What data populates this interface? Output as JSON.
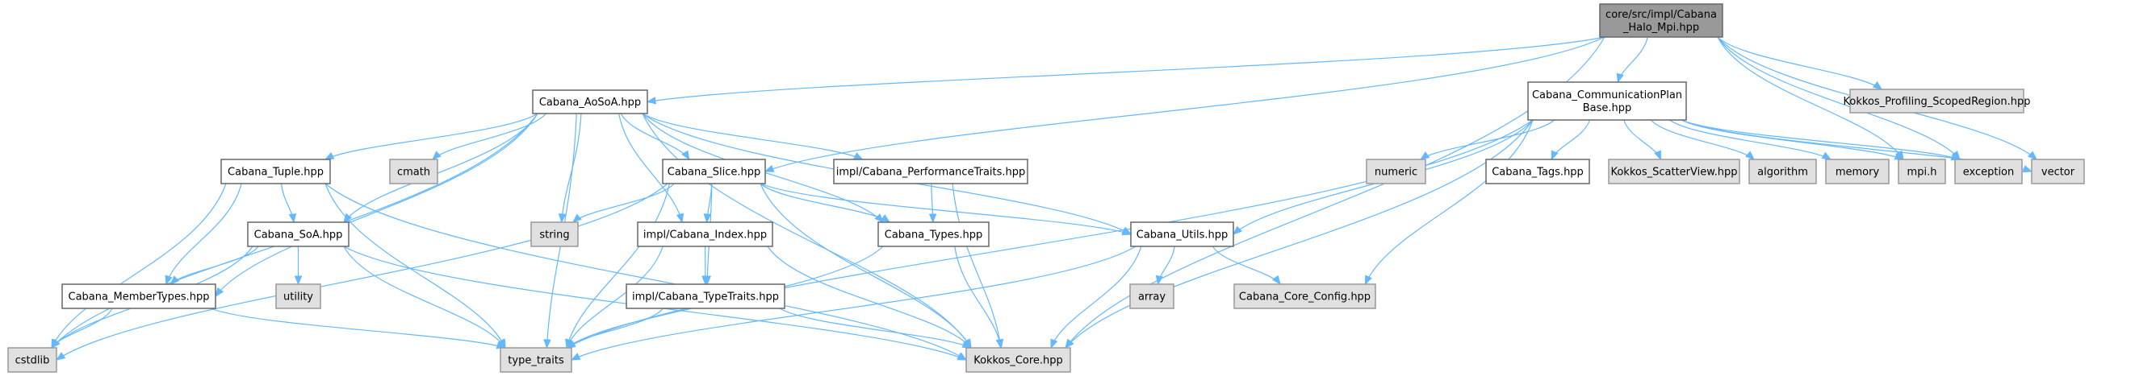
{
  "diagram": {
    "title": "core/src/impl/Cabana_Halo_Mpi.hpp include dependency graph",
    "colors": {
      "edge": "#63b8ff",
      "root_fill": "#999999",
      "internal_fill": "#ffffff",
      "external_fill": "#e0e0e0",
      "border": "#666666"
    },
    "nodes": [
      {
        "id": "halo",
        "label": [
          "core/src/impl/Cabana",
          "_Halo_Mpi.hpp"
        ],
        "kind": "root"
      },
      {
        "id": "aosoa",
        "label": [
          "Cabana_AoSoA.hpp"
        ],
        "kind": "internal"
      },
      {
        "id": "commplan",
        "label": [
          "Cabana_CommunicationPlan",
          "Base.hpp"
        ],
        "kind": "internal"
      },
      {
        "id": "scopedregion",
        "label": [
          "Kokkos_Profiling_ScopedRegion.hpp"
        ],
        "kind": "external"
      },
      {
        "id": "tuple",
        "label": [
          "Cabana_Tuple.hpp"
        ],
        "kind": "internal"
      },
      {
        "id": "cmath",
        "label": [
          "cmath"
        ],
        "kind": "external"
      },
      {
        "id": "slice",
        "label": [
          "Cabana_Slice.hpp"
        ],
        "kind": "internal"
      },
      {
        "id": "perftraits",
        "label": [
          "impl/Cabana_PerformanceTraits.hpp"
        ],
        "kind": "internal"
      },
      {
        "id": "numeric",
        "label": [
          "numeric"
        ],
        "kind": "external"
      },
      {
        "id": "tags",
        "label": [
          "Cabana_Tags.hpp"
        ],
        "kind": "internal"
      },
      {
        "id": "scatterview",
        "label": [
          "Kokkos_ScatterView.hpp"
        ],
        "kind": "external"
      },
      {
        "id": "algorithm",
        "label": [
          "algorithm"
        ],
        "kind": "external"
      },
      {
        "id": "memory",
        "label": [
          "memory"
        ],
        "kind": "external"
      },
      {
        "id": "mpi",
        "label": [
          "mpi.h"
        ],
        "kind": "external"
      },
      {
        "id": "exception",
        "label": [
          "exception"
        ],
        "kind": "external"
      },
      {
        "id": "vector",
        "label": [
          "vector"
        ],
        "kind": "external"
      },
      {
        "id": "soa",
        "label": [
          "Cabana_SoA.hpp"
        ],
        "kind": "internal"
      },
      {
        "id": "string",
        "label": [
          "string"
        ],
        "kind": "external"
      },
      {
        "id": "index",
        "label": [
          "impl/Cabana_Index.hpp"
        ],
        "kind": "internal"
      },
      {
        "id": "types",
        "label": [
          "Cabana_Types.hpp"
        ],
        "kind": "internal"
      },
      {
        "id": "utils",
        "label": [
          "Cabana_Utils.hpp"
        ],
        "kind": "internal"
      },
      {
        "id": "membertypes",
        "label": [
          "Cabana_MemberTypes.hpp"
        ],
        "kind": "internal"
      },
      {
        "id": "utility",
        "label": [
          "utility"
        ],
        "kind": "external"
      },
      {
        "id": "typetraitsimpl",
        "label": [
          "impl/Cabana_TypeTraits.hpp"
        ],
        "kind": "internal"
      },
      {
        "id": "array",
        "label": [
          "array"
        ],
        "kind": "external"
      },
      {
        "id": "coreconfig",
        "label": [
          "Cabana_Core_Config.hpp"
        ],
        "kind": "external"
      },
      {
        "id": "cstdlib",
        "label": [
          "cstdlib"
        ],
        "kind": "external"
      },
      {
        "id": "type_traits",
        "label": [
          "type_traits"
        ],
        "kind": "external"
      },
      {
        "id": "kokkoscore",
        "label": [
          "Kokkos_Core.hpp"
        ],
        "kind": "external"
      }
    ],
    "edges": [
      [
        "halo",
        "aosoa"
      ],
      [
        "halo",
        "commplan"
      ],
      [
        "halo",
        "slice"
      ],
      [
        "halo",
        "kokkoscore"
      ],
      [
        "halo",
        "scopedregion"
      ],
      [
        "halo",
        "mpi"
      ],
      [
        "halo",
        "exception"
      ],
      [
        "halo",
        "vector"
      ],
      [
        "aosoa",
        "tuple"
      ],
      [
        "aosoa",
        "cmath"
      ],
      [
        "aosoa",
        "slice"
      ],
      [
        "aosoa",
        "perftraits"
      ],
      [
        "aosoa",
        "soa"
      ],
      [
        "aosoa",
        "string"
      ],
      [
        "aosoa",
        "index"
      ],
      [
        "aosoa",
        "types"
      ],
      [
        "aosoa",
        "utils"
      ],
      [
        "aosoa",
        "membertypes"
      ],
      [
        "aosoa",
        "cstdlib"
      ],
      [
        "aosoa",
        "type_traits"
      ],
      [
        "aosoa",
        "kokkoscore"
      ],
      [
        "commplan",
        "numeric"
      ],
      [
        "commplan",
        "tags"
      ],
      [
        "commplan",
        "scatterview"
      ],
      [
        "commplan",
        "algorithm"
      ],
      [
        "commplan",
        "memory"
      ],
      [
        "commplan",
        "mpi"
      ],
      [
        "commplan",
        "exception"
      ],
      [
        "commplan",
        "vector"
      ],
      [
        "commplan",
        "utils"
      ],
      [
        "commplan",
        "coreconfig"
      ],
      [
        "commplan",
        "type_traits"
      ],
      [
        "commplan",
        "kokkoscore"
      ],
      [
        "tuple",
        "soa"
      ],
      [
        "tuple",
        "membertypes"
      ],
      [
        "tuple",
        "cstdlib"
      ],
      [
        "tuple",
        "type_traits"
      ],
      [
        "tuple",
        "kokkoscore"
      ],
      [
        "slice",
        "string"
      ],
      [
        "slice",
        "index"
      ],
      [
        "slice",
        "typetraitsimpl"
      ],
      [
        "slice",
        "types"
      ],
      [
        "slice",
        "utils"
      ],
      [
        "slice",
        "cstdlib"
      ],
      [
        "slice",
        "type_traits"
      ],
      [
        "slice",
        "kokkoscore"
      ],
      [
        "perftraits",
        "types"
      ],
      [
        "perftraits",
        "kokkoscore"
      ],
      [
        "soa",
        "membertypes"
      ],
      [
        "soa",
        "utility"
      ],
      [
        "soa",
        "cstdlib"
      ],
      [
        "soa",
        "type_traits"
      ],
      [
        "soa",
        "kokkoscore"
      ],
      [
        "index",
        "typetraitsimpl"
      ],
      [
        "index",
        "type_traits"
      ],
      [
        "index",
        "kokkoscore"
      ],
      [
        "types",
        "type_traits"
      ],
      [
        "types",
        "kokkoscore"
      ],
      [
        "utils",
        "array"
      ],
      [
        "utils",
        "coreconfig"
      ],
      [
        "utils",
        "type_traits"
      ],
      [
        "utils",
        "kokkoscore"
      ],
      [
        "membertypes",
        "cstdlib"
      ],
      [
        "membertypes",
        "type_traits"
      ],
      [
        "typetraitsimpl",
        "type_traits"
      ],
      [
        "typetraitsimpl",
        "kokkoscore"
      ]
    ]
  }
}
